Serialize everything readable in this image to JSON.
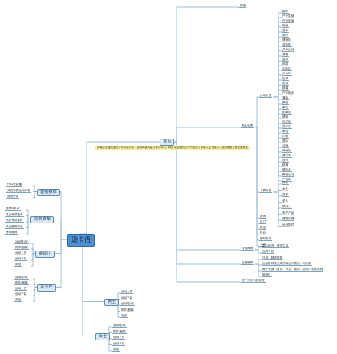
{
  "root": "逊卡佰",
  "note": "前端优化器的语法分析构造方法：生成两级同级分类为中心，将目地依据的工作内容进行添加以至于组织；该部调整分类依据类型",
  "home": {
    "label": "首页",
    "search": "搜索",
    "list_title": "图片列表",
    "sport_category": "运动分类",
    "sport_items": [
      "跑步",
      "户外露营",
      "户外健身",
      "瑜伽",
      "游泳",
      "骑行",
      "健身操",
      "游泳鞋",
      "户外运动",
      "滑雪",
      "篮球",
      "网球",
      "羽毛球",
      "乒乓球",
      "足球",
      "台球",
      "跳绳",
      "户外跑步",
      "滑板",
      "舞蹈",
      "拳击",
      "跆拳道",
      "健美",
      "马拉松",
      "高尔夫",
      "攀岩",
      "钓鱼",
      "潜水",
      "冲浪",
      "瑜伽垫",
      "弹力带",
      "哑铃",
      "跳舞",
      "健步走",
      "舞蹈运动",
      "广场舞"
    ],
    "crowd_category": "人群分类",
    "crowd_items": [
      "男士",
      "女士",
      "孩子",
      "老人",
      "婴幼儿",
      "电子产品",
      "健康护理",
      "运动配件"
    ],
    "promo_items": [
      "推荐",
      "热门",
      "新品",
      "特价",
      "限时折扣",
      "TOP"
    ],
    "features": "特色推荐",
    "features_items": [
      "图片精选、城市生活",
      "品牌专区"
    ],
    "ops": "运营推荐",
    "ops_items": [
      "日程、精选推荐",
      "运营推荐位生成的商品列表页，可定制",
      "两个来源（首页、分类、搜索、活动）相关推荐",
      "推荐位"
    ],
    "footer": "底下为所有推荐位"
  },
  "left": {
    "b1": {
      "label": "首播推荐",
      "items": [
        "什么是直播",
        "开启新的运动体验",
        "运动分类"
      ]
    },
    "b2": {
      "label": "热卖推荐",
      "items": [
        "推荐top10",
        "热卖专项推荐",
        "热卖专项推荐",
        "热卖推荐商品",
        "榜单推荐"
      ]
    },
    "b3": {
      "label": "婴幼儿",
      "items": [
        "运动鞋/服",
        "附件/器械",
        "运动上衣",
        "运动下装",
        "用品"
      ]
    },
    "b4": {
      "label": "青少年",
      "items": [
        "运动鞋/服",
        "附件/器械",
        "运动上衣",
        "运动下装",
        "用品"
      ]
    }
  },
  "bottom": {
    "b5": {
      "label": "男士",
      "items": [
        "运动上衣",
        "运动下装",
        "运动鞋/服",
        "附件/器械",
        "用品"
      ]
    },
    "b6": {
      "label": "女士",
      "items": [
        "运动鞋/服",
        "附件/器械",
        "运动上衣",
        "运动下装",
        "用品"
      ]
    }
  }
}
